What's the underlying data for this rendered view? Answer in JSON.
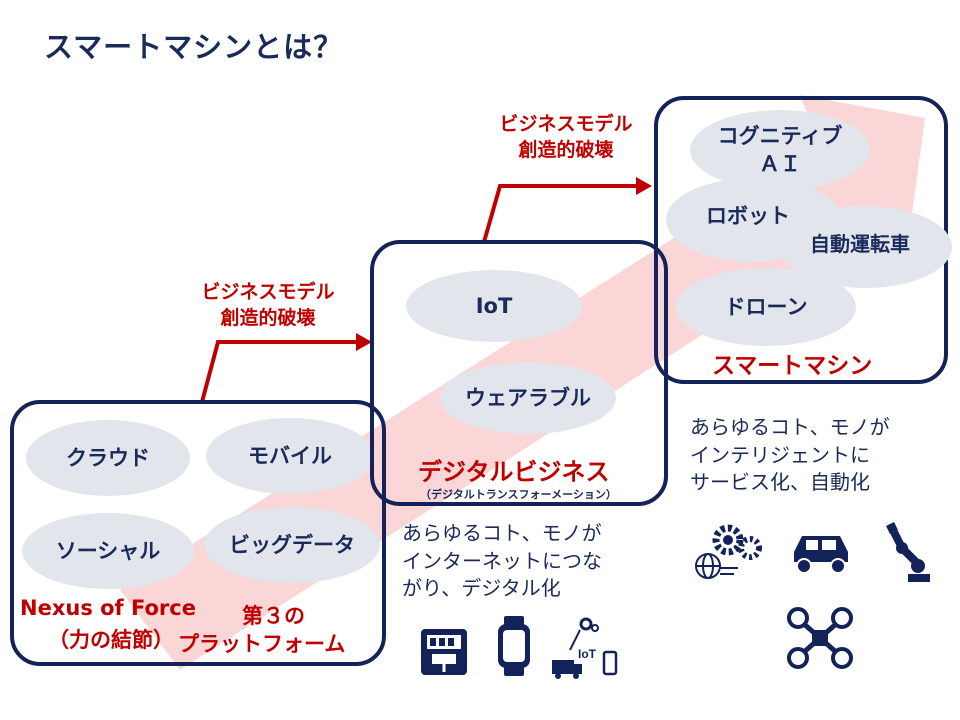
{
  "title": "スマートマシンとは？",
  "arrows": {
    "label1_line1": "ビジネスモデル",
    "label1_line2": "創造的破壊",
    "label2_line1": "ビジネスモデル",
    "label2_line2": "創造的破壊"
  },
  "stage1": {
    "items": [
      "クラウド",
      "モバイル",
      "ソーシャル",
      "ビッグデータ"
    ],
    "name_line1": "Nexus of Force",
    "name_line2": "（力の結節）",
    "platform_line1": "第３の",
    "platform_line2": "プラットフォーム"
  },
  "stage2": {
    "items": [
      "IoT",
      "ウェアラブル"
    ],
    "name": "デジタルビジネス",
    "subname": "（デジタルトランスフォーメーション）",
    "description": "あらゆるコト、モノが\nインターネットにつな\nがり、デジタル化",
    "icon_iot_label": "IoT"
  },
  "stage3": {
    "item_cognitive_line1": "コグニティブ",
    "item_cognitive_line2": "ＡＩ",
    "item_robot": "ロボット",
    "item_autonomous": "自動運転車",
    "item_drone": "ドローン",
    "name": "スマートマシン",
    "description": "あらゆるコト、モノが\nインテリジェントに\nサービス化、自動化"
  },
  "icons": {
    "stage2": [
      "meter-icon",
      "smartwatch-icon",
      "iot-truck-icon"
    ],
    "stage3": [
      "gears-globe-icon",
      "car-icon",
      "robot-arm-icon",
      "drone-icon"
    ]
  },
  "colors": {
    "navy": "#13235a",
    "red": "#c00000",
    "pill": "#e2e6ec",
    "band": "#fbd6d6"
  }
}
